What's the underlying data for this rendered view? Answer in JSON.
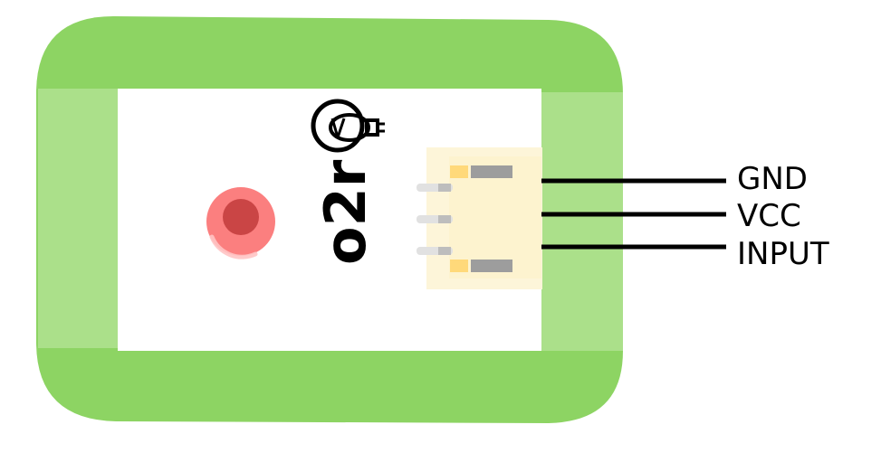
{
  "board": {
    "logo_text": "o2r",
    "colors": {
      "board_frame": "#8dd463",
      "board_side_panels": "#abe08a",
      "board_surface": "#ffffff",
      "connector_housing": "#fdf5d9",
      "pin_metal": "#9d9d9d",
      "led_outer": "#fb7f7f",
      "led_inner": "#ca4545",
      "wire": "#000000"
    },
    "icons": {
      "logo_mark": "light-bulb-icon",
      "led": "led-icon",
      "connector": "jst-connector-icon"
    }
  },
  "pins": [
    {
      "label": "GND"
    },
    {
      "label": "VCC"
    },
    {
      "label": "INPUT"
    }
  ]
}
